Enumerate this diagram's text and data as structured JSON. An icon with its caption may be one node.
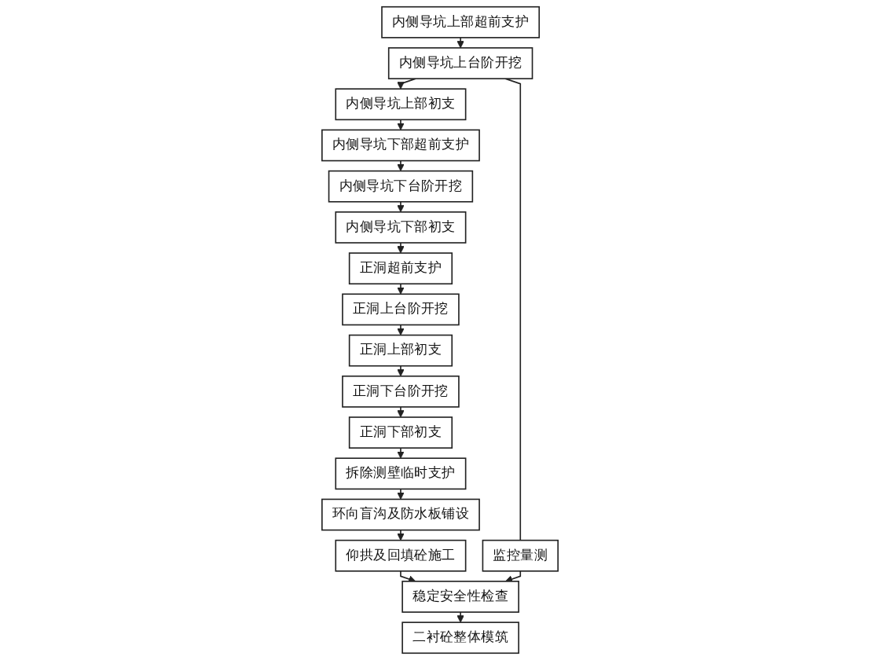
{
  "diagram": {
    "nodes": [
      {
        "text": [
          "内侧导坑上部超前支护"
        ]
      },
      {
        "text": [
          "内侧导坑上台阶开挖"
        ]
      },
      {
        "text": [
          "内侧导坑上部初支"
        ]
      },
      {
        "text": [
          "内侧导坑下部超前支护"
        ]
      },
      {
        "text": [
          "内侧导坑下台阶开挖"
        ]
      },
      {
        "text": [
          "内侧导坑下部初支"
        ]
      },
      {
        "text": [
          "正洞超前支护"
        ]
      },
      {
        "text": [
          "正洞上台阶开挖"
        ]
      },
      {
        "text": [
          "正洞上部初支"
        ]
      },
      {
        "text": [
          "正洞下台阶开挖"
        ]
      },
      {
        "text": [
          "正洞下部初支"
        ]
      },
      {
        "text": [
          "拆除测壁临时支护"
        ]
      },
      {
        "text": [
          "环向盲沟及防水板铺设"
        ]
      },
      {
        "text": [
          "仰拱及回填砼施工"
        ]
      },
      {
        "text": [
          "稳定安全性检查"
        ]
      },
      {
        "text": [
          "二衬砼整体模筑"
        ]
      },
      {
        "text": [
          "监控量测"
        ]
      }
    ],
    "edges": [
      {
        "from": 0,
        "to": 1,
        "arrow": "to"
      },
      {
        "from": 1,
        "to": 2,
        "arrow": "to"
      },
      {
        "from": 2,
        "to": 3,
        "arrow": "to"
      },
      {
        "from": 3,
        "to": 4,
        "arrow": "to"
      },
      {
        "from": 4,
        "to": 5,
        "arrow": "to"
      },
      {
        "from": 5,
        "to": 6,
        "arrow": "to"
      },
      {
        "from": 6,
        "to": 7,
        "arrow": "to"
      },
      {
        "from": 7,
        "to": 8,
        "arrow": "to"
      },
      {
        "from": 8,
        "to": 9,
        "arrow": "to"
      },
      {
        "from": 9,
        "to": 10,
        "arrow": "to"
      },
      {
        "from": 10,
        "to": 11,
        "arrow": "to"
      },
      {
        "from": 11,
        "to": 12,
        "arrow": "to"
      },
      {
        "from": 12,
        "to": 13,
        "arrow": "to"
      },
      {
        "from": 13,
        "to": 14,
        "arrow": "to"
      },
      {
        "from": 14,
        "to": 15,
        "arrow": "to"
      },
      {
        "from": 1,
        "to": 16,
        "arrow": "none"
      },
      {
        "from": 16,
        "to": 14,
        "arrow": "to"
      }
    ]
  }
}
